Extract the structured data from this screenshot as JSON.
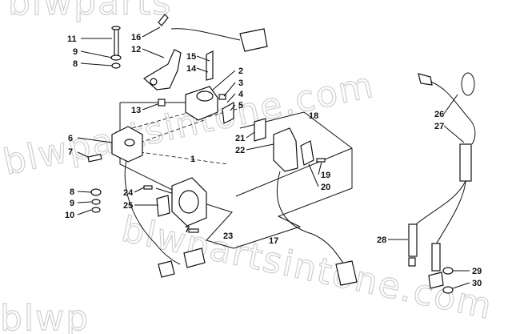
{
  "watermark": {
    "text_top": "blwparts",
    "text_mid": "blwpartsintone.com",
    "text_low": "blwpartsintone.com",
    "text_bottom": "blwp"
  },
  "callouts": [
    {
      "id": "c11",
      "text": "11"
    },
    {
      "id": "c9a",
      "text": "9"
    },
    {
      "id": "c8a",
      "text": "8"
    },
    {
      "id": "c16",
      "text": "16"
    },
    {
      "id": "c12",
      "text": "12"
    },
    {
      "id": "c15",
      "text": "15"
    },
    {
      "id": "c14",
      "text": "14"
    },
    {
      "id": "c2",
      "text": "2"
    },
    {
      "id": "c3",
      "text": "3"
    },
    {
      "id": "c4",
      "text": "4"
    },
    {
      "id": "c5",
      "text": "5"
    },
    {
      "id": "c13",
      "text": "13"
    },
    {
      "id": "c18",
      "text": "18"
    },
    {
      "id": "c6",
      "text": "6"
    },
    {
      "id": "c7a",
      "text": "7"
    },
    {
      "id": "c21",
      "text": "21"
    },
    {
      "id": "c22",
      "text": "22"
    },
    {
      "id": "c1",
      "text": "1"
    },
    {
      "id": "c19",
      "text": "19"
    },
    {
      "id": "c20",
      "text": "20"
    },
    {
      "id": "c8b",
      "text": "8"
    },
    {
      "id": "c24",
      "text": "24"
    },
    {
      "id": "c9b",
      "text": "9"
    },
    {
      "id": "c25",
      "text": "25"
    },
    {
      "id": "c10",
      "text": "10"
    },
    {
      "id": "c7b",
      "text": "7"
    },
    {
      "id": "c23",
      "text": "23"
    },
    {
      "id": "c17",
      "text": "17"
    },
    {
      "id": "c26",
      "text": "26"
    },
    {
      "id": "c27",
      "text": "27"
    },
    {
      "id": "c28",
      "text": "28"
    },
    {
      "id": "c29",
      "text": "29"
    },
    {
      "id": "c30",
      "text": "30"
    }
  ]
}
